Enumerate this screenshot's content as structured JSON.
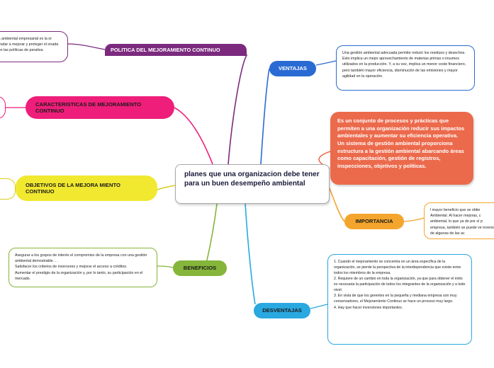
{
  "central": {
    "text": "planes que una organizacion debe tener para un buen desempeño ambiental"
  },
  "branches": {
    "politica": {
      "label": "POLITICA DEL MEJORAMIENTO CONTINUO",
      "note": "ca ambiental empresarial es la or ayudar a mejorar y proteger el onada con las políticas de perativa."
    },
    "caracteristicas": {
      "label": "CARACTERISTICAS DE MEJORAMIENTO CONTINUO"
    },
    "objetivos": {
      "label": "OBJETIVOS DE LA MEJORA MIENTO CONTINUO"
    },
    "beneficios": {
      "label": "BENEFICIOS",
      "note_lines": [
        "Asegurar a los grupos de interés el compromiso de la empresa con una gestión ambiental demostrable. . .",
        "Satisfacer los criterios de inversores y mejorar el acceso a créditos.",
        "Aumentar el prestigio de la organización y, por lo tanto, su participación en el mercado."
      ]
    },
    "ventajas": {
      "label": "VENTAJAS",
      "note": "Una gestión ambiental adecuada permite reducir los residuos y desechos. Esto implica un mejor aprovechamiento de materias primas o insumos utilizados en la producción. Y, a su vez, implica un menor coste financiero, pero también mayor eficiencia, disminución de las emisiones y mayor agilidad en la operación."
    },
    "definicion": {
      "text": "Es un conjunto de procesos y prácticas que permiten a una organización reducir sus impactos ambientales y aumentar su eficiencia operativa. Un sistema de gestión ambiental proporciona estructura a la gestión ambiental abarcando áreas como capacitación, gestión de registros, inspecciones, objetivos y políticas."
    },
    "importancia": {
      "label": "IMPORTANCIA",
      "note": "l mayor beneficio que se obtie Ambiental. Al hacer mejoras, c ambiental, lo que ya de por sí p empresa, también se puede ve inversión de algunas de las ac"
    },
    "desventajas": {
      "label": "DESVENTAJAS",
      "note_lines": [
        "1.   Cuando el mejoramiento se concentra en un área específica de la organización, se pierde la perspectiva de la interdependencia que existe entre todos los miembros de la empresa.",
        "2.   Requiere de un cambio en toda la organización, ya que para obtener el éxito es necesaria la participación de todos los integrantes de la organización y a todo nivel.",
        "3.   En vista de que los gerentes en la pequeña y mediana empresa son muy conservadores, el Mejoramiento Continuo se hace un proceso muy largo.",
        "4.   Hay que hacer inversiones importantes."
      ]
    }
  },
  "colors": {
    "politica": "#7b2a7e",
    "caracteristicas": "#ee1e7a",
    "objetivos": "#f1e830",
    "beneficios": "#85b53a",
    "ventajas": "#2a6bd3",
    "definicion": "#ec6a4c",
    "importancia": "#f3a52d",
    "desventajas": "#2aa8e0"
  }
}
